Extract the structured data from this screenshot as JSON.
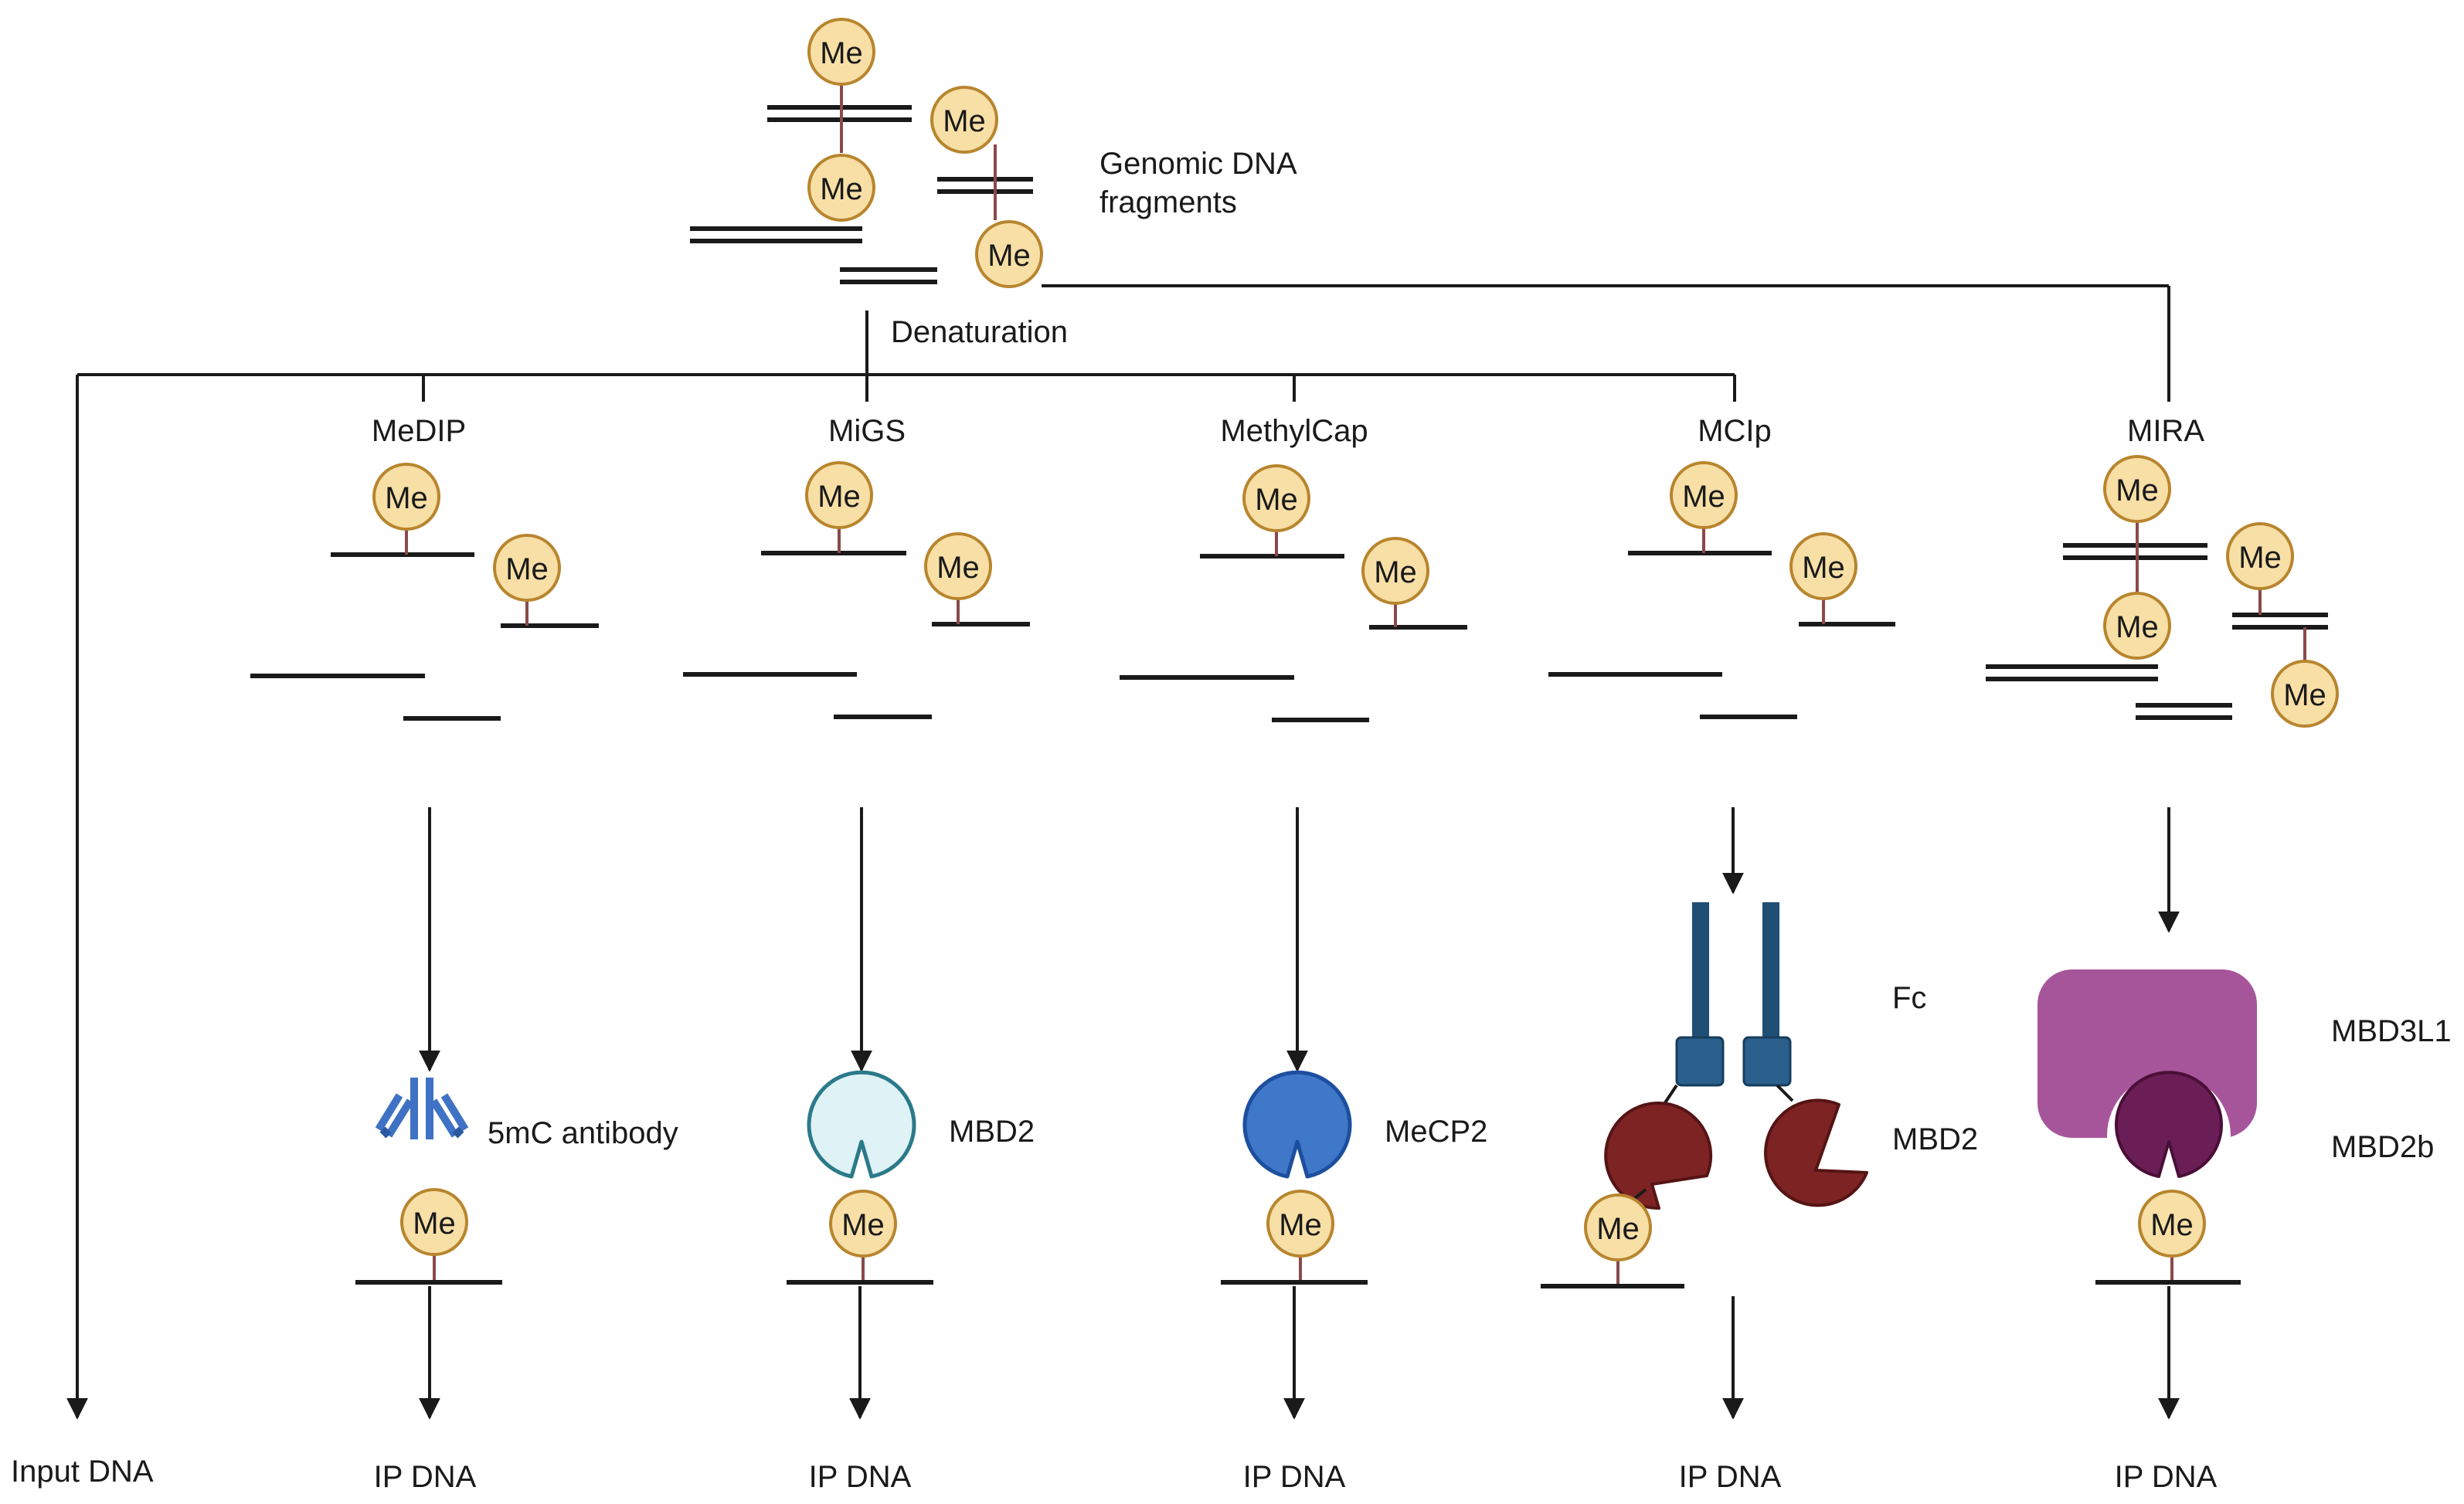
{
  "top": {
    "label_line1": "Genomic DNA",
    "label_line2": "fragments",
    "step_label": "Denaturation"
  },
  "methyl_label": "Me",
  "methods": [
    {
      "name": "MeDIP",
      "protein": "5mC antibody",
      "output": "IP DNA"
    },
    {
      "name": "MiGS",
      "protein": "MBD2",
      "output": "IP DNA"
    },
    {
      "name": "MethylCap",
      "protein": "MeCP2",
      "output": "IP DNA"
    },
    {
      "name": "MCIp",
      "protein_top": "Fc",
      "protein": "MBD2",
      "output": "IP DNA"
    },
    {
      "name": "MIRA",
      "protein_top": "MBD3L1",
      "protein": "MBD2b",
      "output": "IP DNA"
    }
  ],
  "input_label": "Input DNA",
  "colors": {
    "me_fill": "#f7dfa6",
    "me_stroke": "#b8852e",
    "me_stem": "#8a4a4a",
    "antibody": "#3f72c4",
    "mbd2_light_fill": "#dff2f6",
    "mbd2_light_stroke": "#2b7a8a",
    "mecp2": "#3f78c8",
    "fc": "#1f4f75",
    "mbd2_dark": "#7d2323",
    "mbd3l1": "#a7559a",
    "mbd2b": "#6b1e55"
  }
}
